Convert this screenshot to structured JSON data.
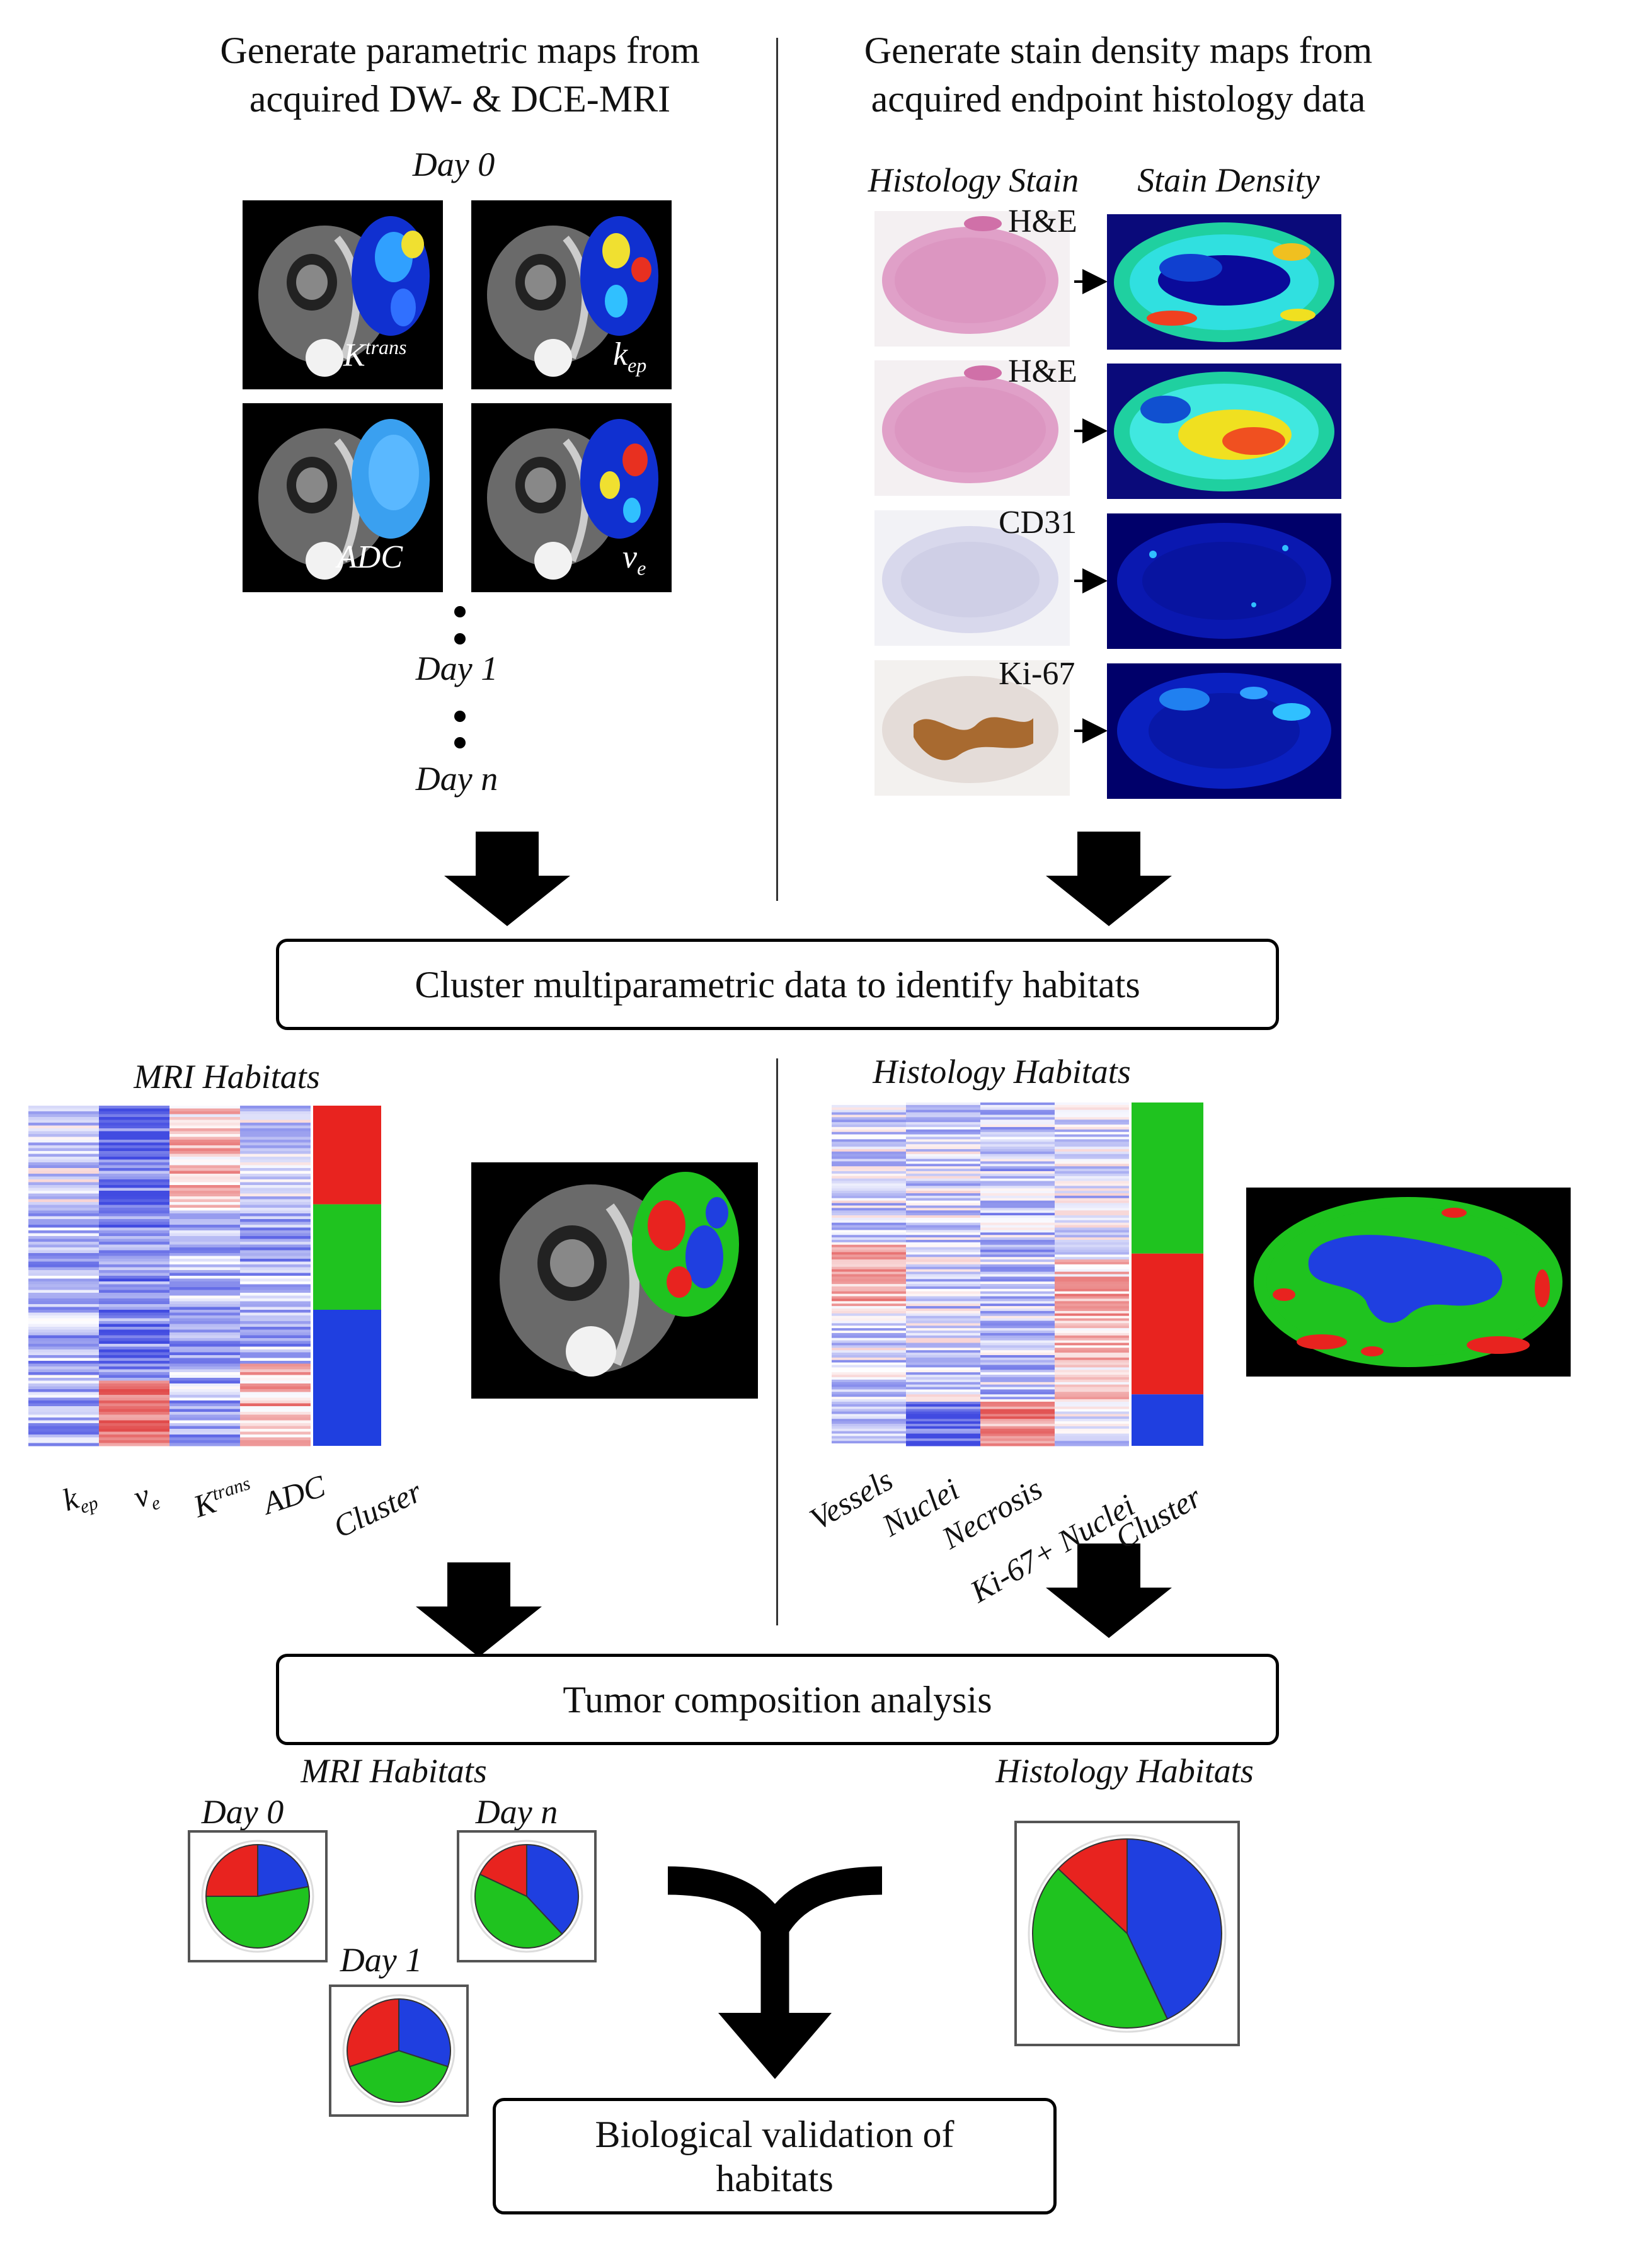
{
  "top_left": {
    "heading_line1": "Generate parametric maps from",
    "heading_line2": "acquired DW- & DCE-MRI",
    "day0": "Day 0",
    "day1": "Day 1",
    "dayn": "Day n",
    "maps": [
      {
        "label": "K",
        "sup": "trans"
      },
      {
        "label": "k",
        "sub": "ep"
      },
      {
        "label": "ADC"
      },
      {
        "label": "v",
        "sub": "e"
      }
    ]
  },
  "top_right": {
    "heading_line1": "Generate stain density maps from",
    "heading_line2": "acquired endpoint histology data",
    "col_stain": "Histology Stain",
    "col_density": "Stain Density",
    "stains": [
      "H&E",
      "H&E",
      "CD31",
      "Ki-67"
    ]
  },
  "step1": {
    "label": "Cluster multiparametric data to identify habitats"
  },
  "mri_habitats": {
    "title": "MRI Habitats",
    "columns": [
      {
        "text": "k",
        "sub": "ep"
      },
      {
        "text": "v",
        "sub": "e"
      },
      {
        "text": "K",
        "sup": "trans"
      },
      {
        "text": "ADC"
      },
      {
        "text": "Cluster"
      }
    ]
  },
  "histology_habitats": {
    "title": "Histology Habitats",
    "columns": [
      "Vessels",
      "Nuclei",
      "Necrosis",
      "Ki-67+ Nuclei",
      "Cluster"
    ]
  },
  "step2": {
    "label": "Tumor composition analysis"
  },
  "bottom": {
    "mri_title": "MRI Habitats",
    "histology_title": "Histology Habitats",
    "day0": "Day 0",
    "day1": "Day 1",
    "dayn": "Day n"
  },
  "step3": {
    "line1": "Biological validation of",
    "line2": "habitats"
  },
  "colors": {
    "red": "#e8231f",
    "green": "#1fc31f",
    "blue": "#1f3fe0",
    "heat_blue": "#3b4fd8",
    "heat_red": "#e04040"
  },
  "pie_data": {
    "mri_day0": [
      {
        "habitat": "blue",
        "fraction": 0.22
      },
      {
        "habitat": "green",
        "fraction": 0.53
      },
      {
        "habitat": "red",
        "fraction": 0.25
      }
    ],
    "mri_day1": [
      {
        "habitat": "blue",
        "fraction": 0.3
      },
      {
        "habitat": "green",
        "fraction": 0.4
      },
      {
        "habitat": "red",
        "fraction": 0.3
      }
    ],
    "mri_dayn": [
      {
        "habitat": "blue",
        "fraction": 0.38
      },
      {
        "habitat": "green",
        "fraction": 0.44
      },
      {
        "habitat": "red",
        "fraction": 0.18
      }
    ],
    "histology": [
      {
        "habitat": "blue",
        "fraction": 0.43
      },
      {
        "habitat": "green",
        "fraction": 0.44
      },
      {
        "habitat": "red",
        "fraction": 0.13
      }
    ]
  }
}
